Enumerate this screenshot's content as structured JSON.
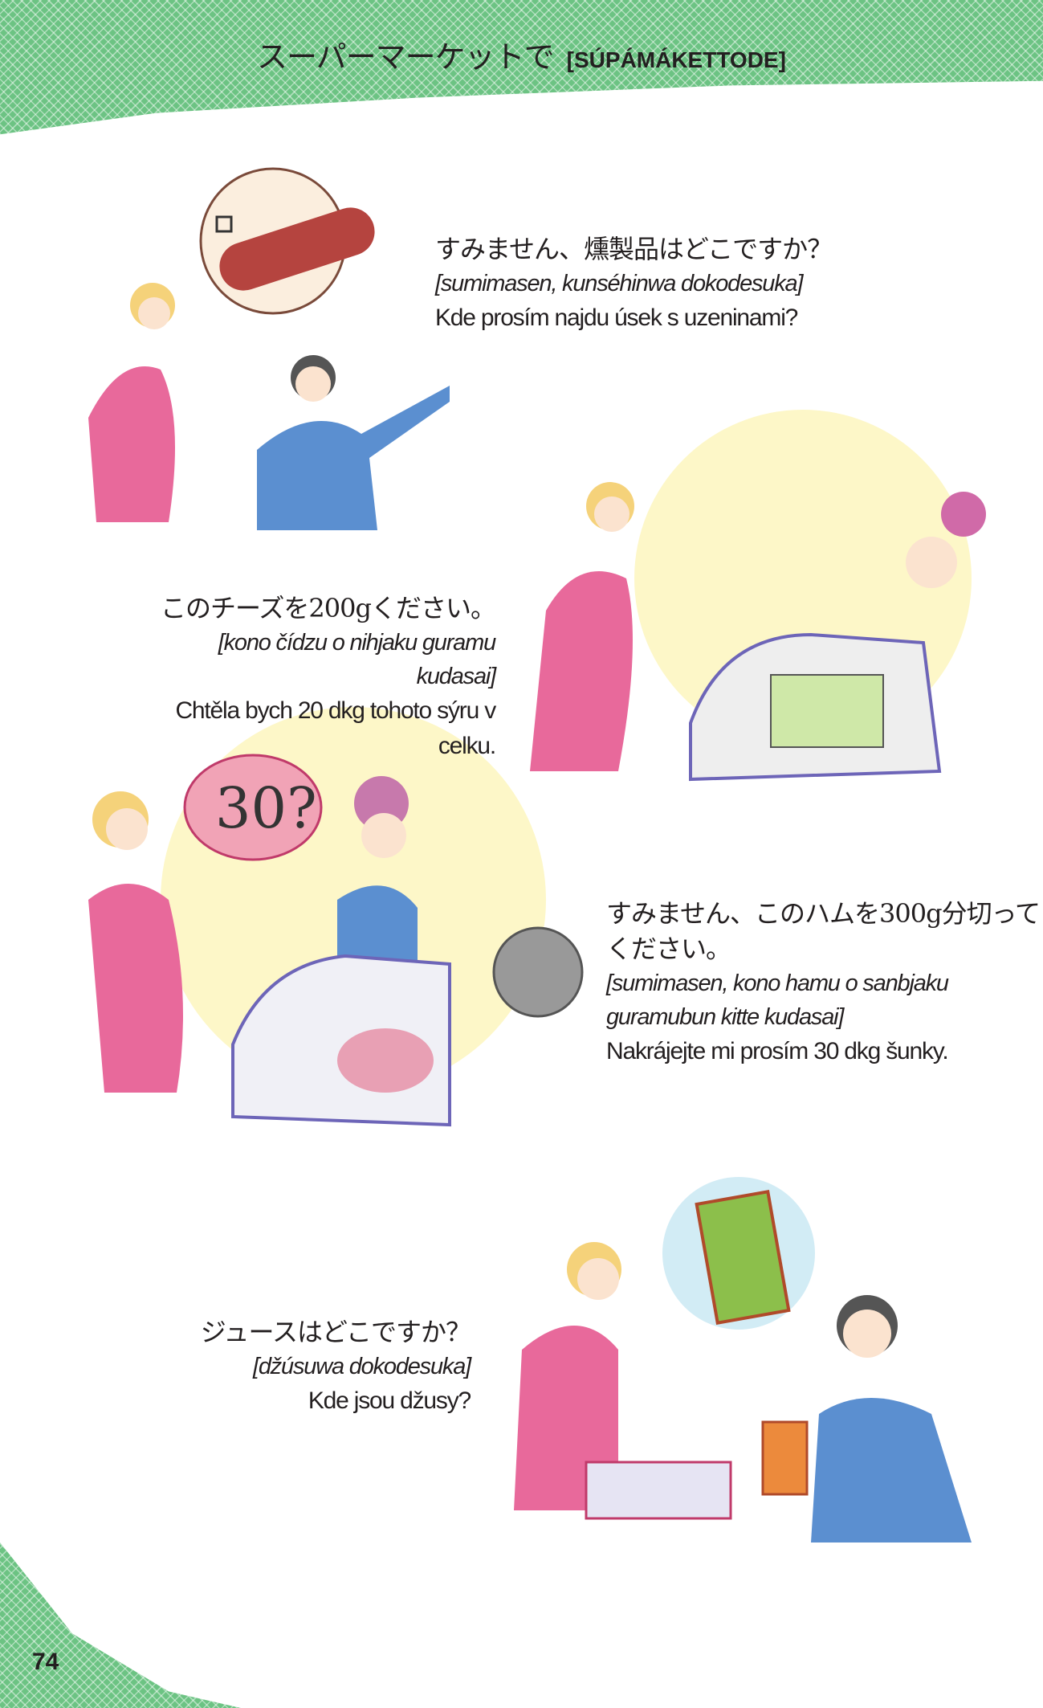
{
  "header": {
    "title_jp": "スーパーマーケットで",
    "title_romaji": "[SÚPÁMÁKETTODE]"
  },
  "dialogues": [
    {
      "jp": "すみません、燻製品はどこですか？",
      "romaji": "[sumimasen, kunséhinwa dokodesuka]",
      "cz": "Kde prosím najdu úsek s uzeninami?"
    },
    {
      "jp": "このチーズを200gください。",
      "romaji": "[kono čídzu o nihjaku guramu kudasai]",
      "cz": "Chtěla bych 20 dkg tohoto sýru v celku."
    },
    {
      "jp": [
        "すみません、このハムを300g分切って",
        "ください。"
      ],
      "romaji": [
        "[sumimasen, kono hamu o sanbjaku",
        "guramubun kitte kudasai]"
      ],
      "cz": "Nakrájejte mi prosím 30 dkg šunky."
    },
    {
      "jp": "ジュースはどこですか？",
      "romaji": "[džúsuwa dokodesuka]",
      "cz": "Kde jsou džusy?"
    }
  ],
  "illustration_bubble_text": "30?",
  "page_number": "74"
}
